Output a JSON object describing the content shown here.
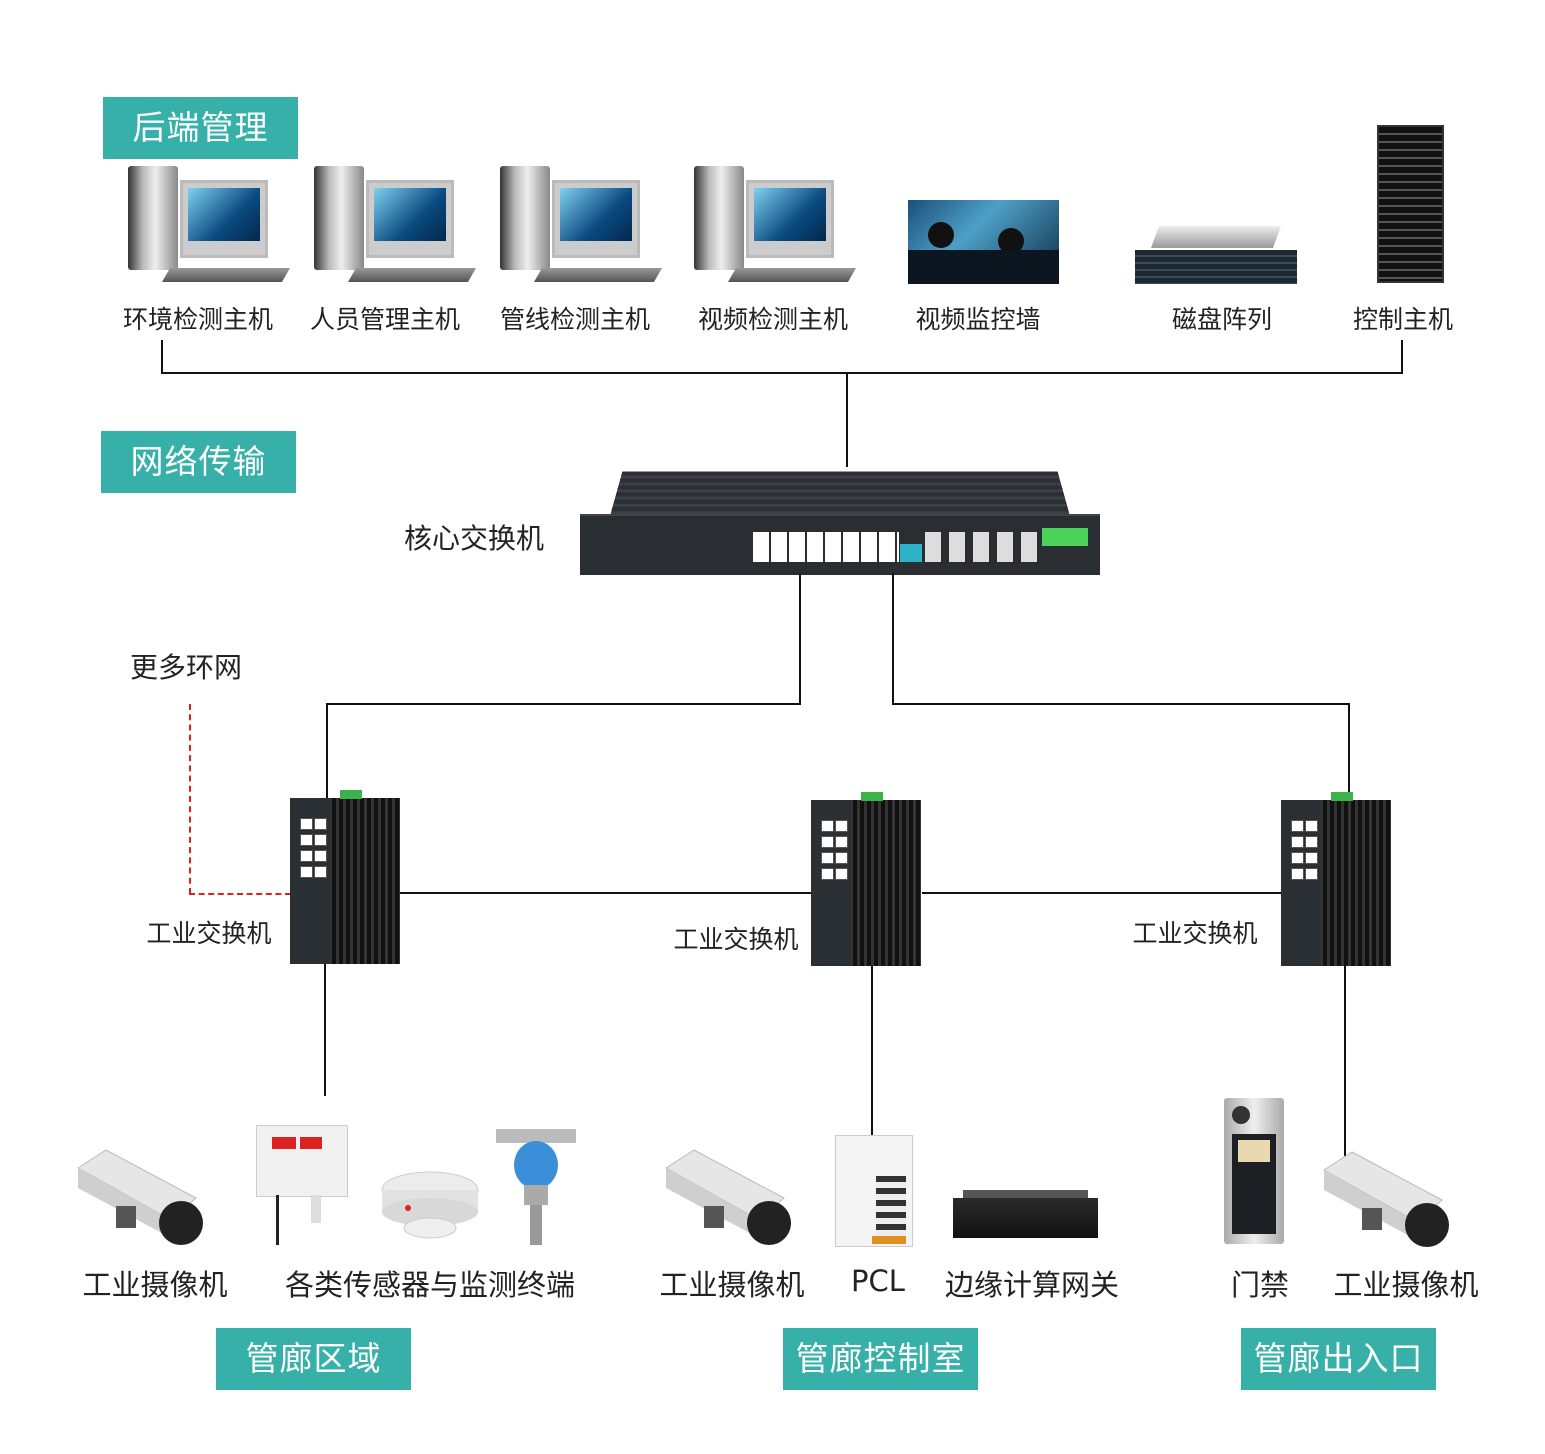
{
  "sections": {
    "backend": "后端管理",
    "network": "网络传输",
    "corridor_area": "管廊区域",
    "corridor_control_room": "管廊控制室",
    "corridor_entrance": "管廊出入口"
  },
  "backend_devices": [
    {
      "label": "环境检测主机",
      "icon": "desktop-pc-icon"
    },
    {
      "label": "人员管理主机",
      "icon": "desktop-pc-icon"
    },
    {
      "label": "管线检测主机",
      "icon": "desktop-pc-icon"
    },
    {
      "label": "视频检测主机",
      "icon": "desktop-pc-icon"
    },
    {
      "label": "视频监控墙",
      "icon": "video-wall-icon"
    },
    {
      "label": "磁盘阵列",
      "icon": "disk-array-icon"
    },
    {
      "label": "控制主机",
      "icon": "server-rack-icon"
    }
  ],
  "core_switch": {
    "label": "核心交换机"
  },
  "more_ring": "更多环网",
  "industrial_switches": [
    "工业交换机",
    "工业交换机",
    "工业交换机"
  ],
  "field_devices": [
    {
      "label": "工业摄像机",
      "icon": "camera-icon"
    },
    {
      "label": "各类传感器与监测终端",
      "icon": "sensor-icon"
    },
    {
      "label": "工业摄像机",
      "icon": "camera-icon"
    },
    {
      "label": "PCL",
      "icon": "plc-icon"
    },
    {
      "label": "边缘计算网关",
      "icon": "gateway-icon"
    },
    {
      "label": "门禁",
      "icon": "access-control-icon"
    },
    {
      "label": "工业摄像机",
      "icon": "camera-icon"
    }
  ],
  "colors": {
    "badge": "#36b0a8",
    "ring_link": "#e02020",
    "link": "#111111"
  }
}
